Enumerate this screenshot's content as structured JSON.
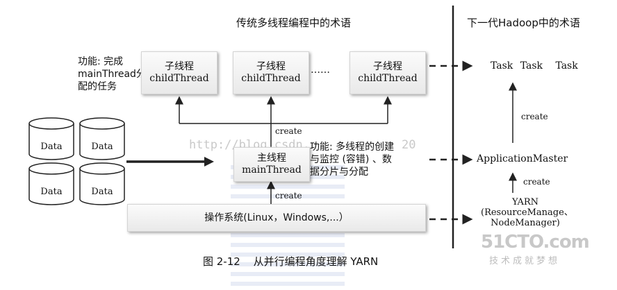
{
  "headers": {
    "left": "传统多线程编程中的术语",
    "right": "下一代Hadoop中的术语"
  },
  "left_note": {
    "line1": "功能: 完成",
    "line2": "mainThread分",
    "line3": "配的任务"
  },
  "child_boxes": [
    {
      "title": "子线程",
      "sub": "childThread"
    },
    {
      "title": "子线程",
      "sub": "childThread"
    },
    {
      "title": "子线程",
      "sub": "childThread"
    }
  ],
  "ellipsis": "……",
  "data_items": [
    "Data",
    "Data",
    "Data",
    "Data"
  ],
  "main_box": {
    "title": "主线程",
    "sub": "mainThread"
  },
  "main_note": {
    "line1": "功能: 多线程的创建",
    "line2": "与监控 (容错) 、数",
    "line3": "据分片与分配"
  },
  "create_labels": {
    "upper": "create",
    "lower": "create",
    "right_upper": "create",
    "right_lower": "create"
  },
  "os_box": "操作系统(Linux，Windows,...）",
  "right_side": {
    "tasks": [
      "Task",
      "Task",
      "Task"
    ],
    "app_master": "ApplicationMaster",
    "yarn": {
      "line1": "YARN",
      "line2": "(ResourceManage、",
      "line3": "NodeManager)"
    }
  },
  "caption": {
    "label": "图 2-12",
    "text": "从并行编程角度理解 YARN"
  },
  "watermark": {
    "url": "http://blog.csdn.n",
    "digits": "20",
    "logo": "51CTO.com",
    "slogan": "技术成就梦想"
  }
}
